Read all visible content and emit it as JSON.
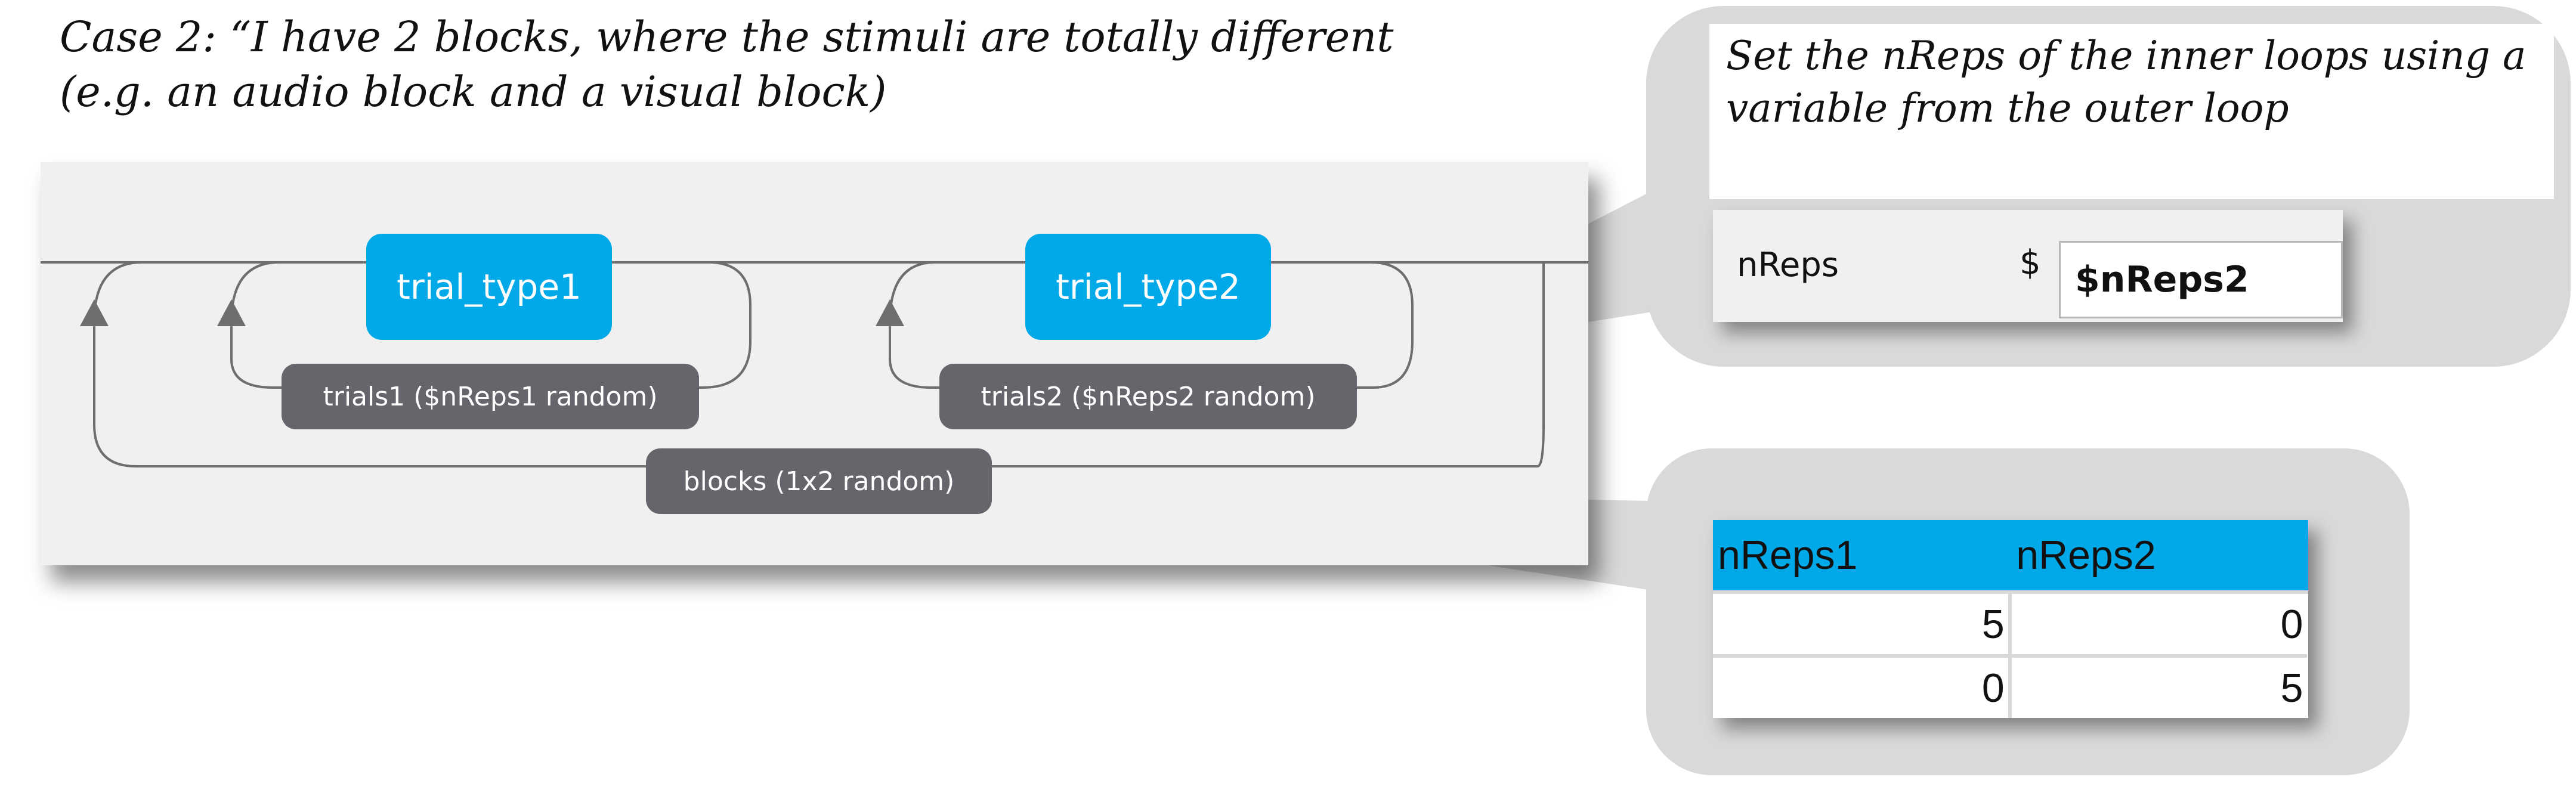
{
  "heading": {
    "line1": "Case 2: “I have 2 blocks, where the stimuli are totally different",
    "line2": "(e.g. an audio block and a visual block)"
  },
  "flow": {
    "routines": [
      {
        "label": "trial_type1"
      },
      {
        "label": "trial_type2"
      }
    ],
    "loops": [
      {
        "label": "trials1  ($nReps1 random)"
      },
      {
        "label": "trials2  ($nReps2 random)"
      },
      {
        "label": "blocks  (1x2 random)"
      }
    ],
    "colors": {
      "routine": "#02a9e8",
      "loop_label": "#65656b",
      "panel": "#f0f0f0",
      "line": "#6e6e6e"
    }
  },
  "callout_top": {
    "text": "Set the nReps of the inner loops using a variable from the outer loop",
    "field_label": "nReps",
    "field_prefix": "$",
    "field_value": "$nReps2"
  },
  "callout_bottom": {
    "columns": [
      "nReps1",
      "nReps2"
    ],
    "rows": [
      [
        "5",
        "0"
      ],
      [
        "0",
        "5"
      ]
    ],
    "header_color": "#02a9e8"
  }
}
